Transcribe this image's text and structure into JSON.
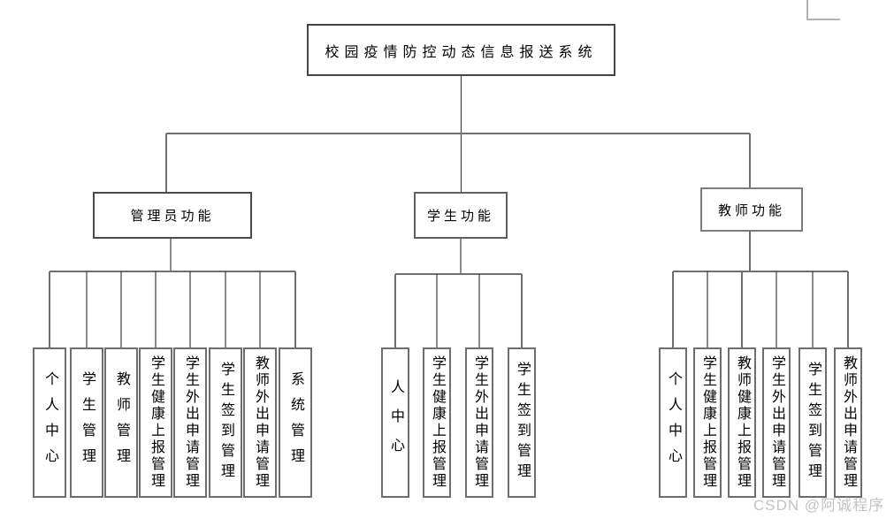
{
  "diagram": {
    "root": {
      "label": "校园疫情防控动态信息报送系统"
    },
    "branches": [
      {
        "id": "admin",
        "label": "管理员功能",
        "children": [
          "个人中心",
          "学生管理",
          "教师管理",
          "学生健康上报管理",
          "学生外出申请管理",
          "学生签到管理",
          "教师外出申请管理",
          "系统管理"
        ]
      },
      {
        "id": "student",
        "label": "学生功能",
        "children": [
          "人中心",
          "学生健康上报管理",
          "学生外出申请管理",
          "学生签到管理"
        ]
      },
      {
        "id": "teacher",
        "label": "教师功能",
        "children": [
          "个人中心",
          "学生健康上报管理",
          "教师健康上报管理",
          "学生外出申请管理",
          "学生签到管理",
          "教师外出申请管理"
        ]
      }
    ]
  },
  "watermark": {
    "text": "CSDN @阿诚程序"
  },
  "colors": {
    "line_gray": "#6f6f6f",
    "line_dark": "#3f3f3f",
    "corner_mark_gray": "#b3b3b3",
    "watermark_gray": "#c6c2c2",
    "background": "#ffffff",
    "text": "#000000"
  }
}
